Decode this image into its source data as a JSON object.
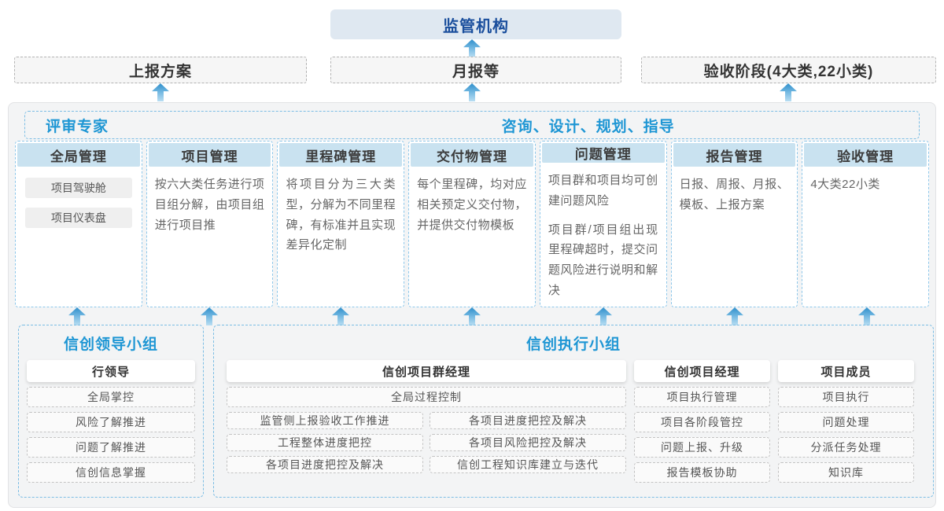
{
  "colors": {
    "accent_blue": "#1e96d4",
    "dark_blue": "#1b4f9d",
    "column_header_fill": "#c9e2f0",
    "regulator_fill": "#dfe8f1",
    "arrow_blue": "#2e8fcb",
    "container_fill": "#f3f4f5"
  },
  "top": {
    "regulator": "监管机构",
    "outputs": [
      {
        "label": "上报方案"
      },
      {
        "label": "月报等"
      },
      {
        "label": "验收阶段(4大类,22小类)"
      }
    ]
  },
  "strip": {
    "left": "评审专家",
    "right": "咨询、设计、规划、指导"
  },
  "modules": [
    {
      "title": "全局管理",
      "pills": [
        "项目驾驶舱",
        "项目仪表盘"
      ]
    },
    {
      "title": "项目管理",
      "text": "按六大类任务进行项目组分解，由项目组进行项目推"
    },
    {
      "title": "里程碑管理",
      "text": "将项目分为三大类型，分解为不同里程碑，有标准并且实现差异化定制"
    },
    {
      "title": "交付物管理",
      "text": "每个里程碑，均对应相关预定义交付物，并提供交付物模板"
    },
    {
      "title": "问题管理",
      "text": "项目群和项目均可创建问题风险",
      "text2": "项目群/项目组出现里程碑超时，提交问题风险进行说明和解决"
    },
    {
      "title": "报告管理",
      "text": "日报、周报、月报、模板、上报方案"
    },
    {
      "title": "验收管理",
      "text": "4大类22小类"
    }
  ],
  "groups": {
    "leader": {
      "title": "信创领导小组",
      "role": "行领导",
      "items": [
        "全局掌控",
        "风险了解推进",
        "问题了解推进",
        "信创信息掌握"
      ]
    },
    "executor": {
      "title": "信创执行小组",
      "pm_group": {
        "role": "信创项目群经理",
        "full_item": "全局过程控制",
        "items_left": [
          "监管侧上报验收工作推进",
          "工程整体进度把控",
          "各项目进度把控及解决"
        ],
        "items_right": [
          "各项目进度把控及解决",
          "各项目风险把控及解决",
          "信创工程知识库建立与迭代"
        ]
      },
      "pm": {
        "role": "信创项目经理",
        "items": [
          "项目执行管理",
          "项目各阶段管控",
          "问题上报、升级",
          "报告模板协助"
        ]
      },
      "member": {
        "role": "项目成员",
        "items": [
          "项目执行",
          "问题处理",
          "分派任务处理",
          "知识库"
        ]
      }
    }
  }
}
